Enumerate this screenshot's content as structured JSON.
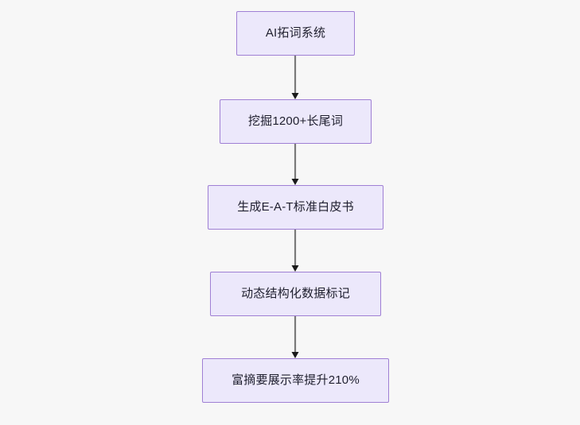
{
  "diagram": {
    "type": "flowchart",
    "direction": "top-to-bottom",
    "background_color": "#f7f7f7",
    "node_fill_color": "#ece8fb",
    "node_border_color": "#9f7fd4",
    "node_text_color": "#1f1f2e",
    "edge_color": "#7a7a7a",
    "nodes": [
      {
        "id": "n1",
        "label": "AI拓词系统"
      },
      {
        "id": "n2",
        "label": "挖掘1200+长尾词"
      },
      {
        "id": "n3",
        "label": "生成E-A-T标准白皮书"
      },
      {
        "id": "n4",
        "label": "动态结构化数据标记"
      },
      {
        "id": "n5",
        "label": "富摘要展示率提升210%"
      }
    ],
    "edges": [
      {
        "from": "n1",
        "to": "n2",
        "arrow": "arrowhead-down-icon"
      },
      {
        "from": "n2",
        "to": "n3",
        "arrow": "arrowhead-down-icon"
      },
      {
        "from": "n3",
        "to": "n4",
        "arrow": "arrowhead-down-icon"
      },
      {
        "from": "n4",
        "to": "n5",
        "arrow": "arrowhead-down-icon"
      }
    ]
  }
}
